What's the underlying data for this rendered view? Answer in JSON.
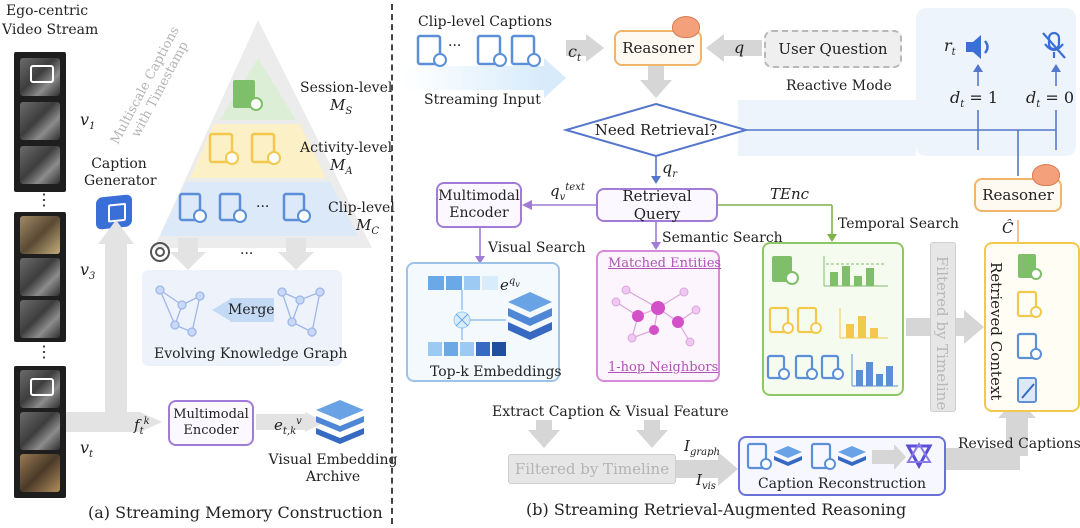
{
  "panel_a": {
    "video_stream_label_line1": "Ego-centric",
    "video_stream_label_line2": "Video Stream",
    "v1": "v",
    "v1_sub": "1",
    "v3": "v",
    "v3_sub": "3",
    "vt": "v",
    "vt_sub": "t",
    "dots": "⋮",
    "caption_generator_line1": "Caption",
    "caption_generator_line2": "Generator",
    "multiscale_line1": "Multiscale Captions",
    "multiscale_line2": "with Timestamp",
    "session_level": "Session-level",
    "session_var": "M",
    "session_sub": "S",
    "activity_level": "Activity-level",
    "activity_var": "M",
    "activity_sub": "A",
    "clip_level": "Clip-level",
    "clip_var": "M",
    "clip_sub": "C",
    "ellipsis": "···",
    "merge": "Merge",
    "evolving_kg": "Evolving Knowledge Graph",
    "f_label": "f",
    "f_sub": "t",
    "f_sup": "k",
    "multimodal_encoder_line1": "Multimodal",
    "multimodal_encoder_line2": "Encoder",
    "e_label": "e",
    "e_sub": "t,k",
    "e_sup": "v",
    "visual_archive_line1": "Visual Embedding",
    "visual_archive_line2": "Archive",
    "caption": "(a) Streaming Memory Construction"
  },
  "panel_b": {
    "clip_level_captions": "Clip-level Captions",
    "ct": "c",
    "ct_sub": "t",
    "reasoner": "Reasoner",
    "q": "q",
    "user_question": "User Question",
    "streaming_input": "Streaming Input",
    "reactive_mode": "Reactive Mode",
    "rt": "r",
    "rt_sub": "t",
    "dt1": "d",
    "dt1_sub": "t",
    "dt1_val": " = 1",
    "dt0": "d",
    "dt0_sub": "t",
    "dt0_val": " = 0",
    "need_retrieval": "Need Retrieval?",
    "qr": "q",
    "qr_sub": "r",
    "multimodal_encoder_line1": "Multimodal",
    "multimodal_encoder_line2": "Encoder",
    "qv": "q",
    "qv_sub": "v",
    "qv_sup": "text",
    "retrieval_query": "Retrieval Query",
    "tenc": "TEnc",
    "reasoner2": "Reasoner",
    "c_hat": "Ĉ",
    "visual_search": "Visual Search",
    "semantic_search": "Semantic Search",
    "temporal_search": "Temporal Search",
    "e_qv": "e",
    "e_qv_sup": "q",
    "e_qv_sup_sub": "v",
    "matched_entities": "Matched Entities",
    "one_hop": "1-hop Neighbors",
    "topk": "Top-k Embeddings",
    "filtered_vertical": "Filtered by Timeline",
    "retrieved_context": "Retrieved Context",
    "extract": "Extract Caption & Visual Feature",
    "filtered_horizontal": "Filtered by Timeline",
    "i_graph": "I",
    "i_graph_sub": "graph",
    "i_vis": "I",
    "i_vis_sub": "vis",
    "caption_reconstruction": "Caption Reconstruction",
    "revised_captions": "Revised Captions",
    "caption": "(b) Streaming Retrieval-Augmented Reasoning"
  },
  "colors": {
    "purple": "#a07cd8",
    "orange": "#f0b46a",
    "blue_arrow": "#5577cc",
    "green": "#7fb24a",
    "yellow": "#f2c94c",
    "light_blue_panel": "#eef4fc"
  }
}
